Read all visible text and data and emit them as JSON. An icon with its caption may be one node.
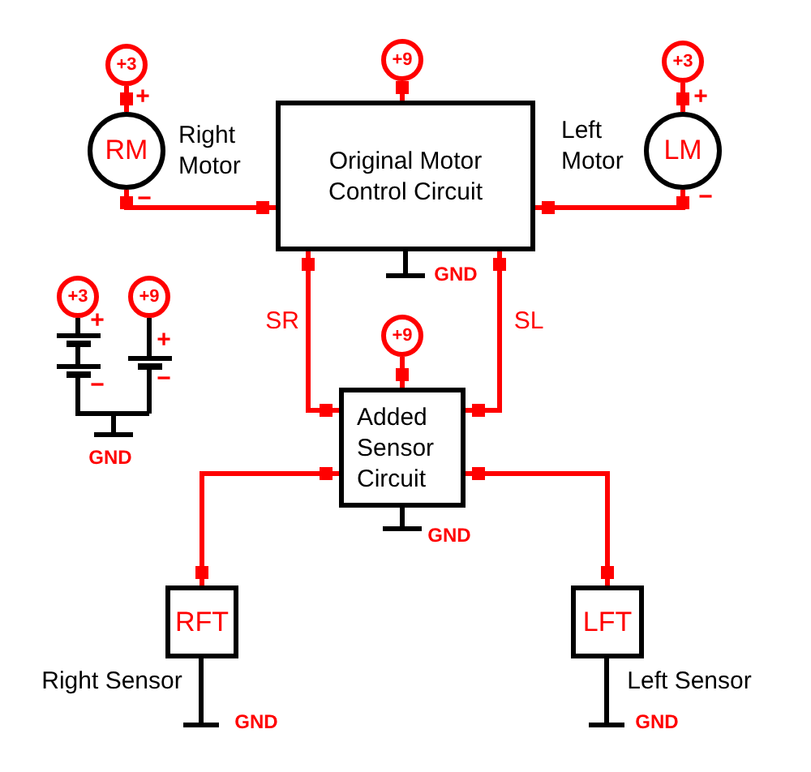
{
  "diagram": {
    "nodes": [
      {
        "text": [
          "+3"
        ]
      },
      {
        "text": [
          "+9"
        ]
      },
      {
        "text": [
          "+3"
        ]
      },
      {
        "text": [
          "RM"
        ],
        "beside": [
          "Right Motor"
        ]
      },
      {
        "text": [
          "Original Motor Control Circuit"
        ]
      },
      {
        "text": [
          "LM"
        ],
        "beside": [
          "Left Motor"
        ]
      },
      {
        "text": [
          "+3"
        ]
      },
      {
        "text": [
          "+9"
        ]
      },
      {
        "text": [
          "+9"
        ]
      },
      {
        "text": [
          "Added Sensor Circuit"
        ]
      },
      {
        "text": [
          "RFT"
        ],
        "beside": [
          "Right Sensor"
        ]
      },
      {
        "text": [
          "LFT"
        ],
        "beside": [
          "Left Sensor"
        ]
      }
    ],
    "edges": [
      {
        "from": 0,
        "to": 3,
        "arrow": "other"
      },
      {
        "from": 1,
        "to": 4,
        "arrow": "other"
      },
      {
        "from": 2,
        "to": 5,
        "arrow": "other"
      },
      {
        "from": 3,
        "to": 4,
        "arrow": "other"
      },
      {
        "from": 4,
        "to": 5,
        "arrow": "other"
      },
      {
        "from": 4,
        "to": 9,
        "label": "SR",
        "arrow": "other"
      },
      {
        "from": 4,
        "to": 9,
        "label": "SL",
        "arrow": "other"
      },
      {
        "from": 8,
        "to": 9,
        "arrow": "other"
      },
      {
        "from": 9,
        "to": 10,
        "arrow": "other"
      },
      {
        "from": 9,
        "to": 11,
        "arrow": "other"
      }
    ],
    "labels": [
      "+",
      "+",
      "−",
      "−",
      "GND",
      "+",
      "+",
      "−",
      "−",
      "GND",
      "GND",
      "GND",
      "GND"
    ]
  }
}
